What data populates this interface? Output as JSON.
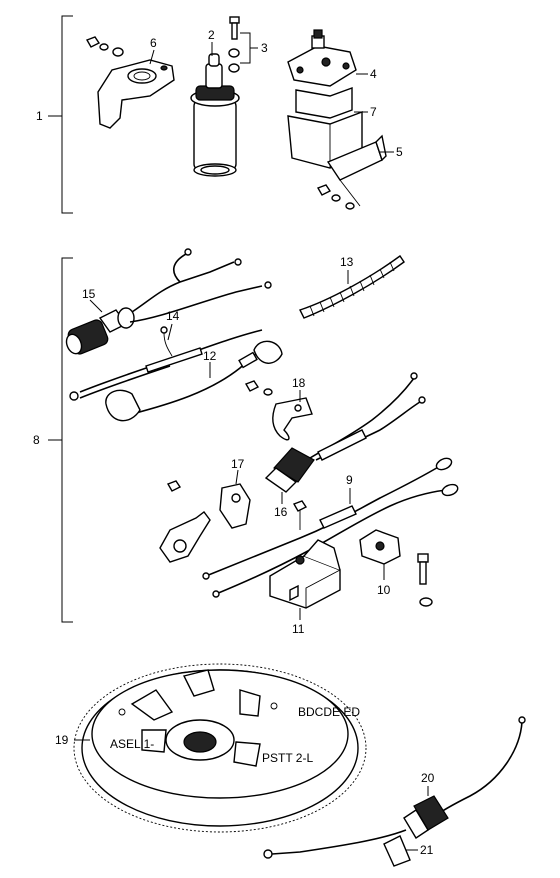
{
  "labels": {
    "l1": "1",
    "l2": "2",
    "l3": "3",
    "l4": "4",
    "l5": "5",
    "l6": "6",
    "l7": "7",
    "l8": "8",
    "l9": "9",
    "l10": "10",
    "l11": "11",
    "l12": "12",
    "l13": "13",
    "l14": "14",
    "l15": "15",
    "l16": "16",
    "l17": "17",
    "l18": "18",
    "l19": "19",
    "l20": "20",
    "l21": "21"
  },
  "flywheel_marks": {
    "left": "ASEL 1-",
    "right": "PSTT 2-L",
    "upper": "BDCDE ED"
  }
}
